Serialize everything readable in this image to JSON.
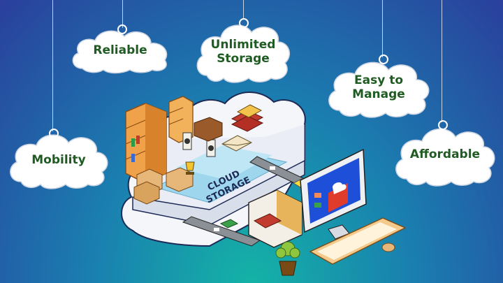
{
  "features": {
    "reliable": "Reliable",
    "unlimited_line1": "Unlimited",
    "unlimited_line2": "Storage",
    "easy_line1": "Easy to",
    "easy_line2": "Manage",
    "mobility": "Mobility",
    "affordable": "Affordable"
  },
  "center": {
    "line1": "CLOUD",
    "line2": "STORAGE"
  },
  "colors": {
    "background_top": "#2a3f9c",
    "background_bottom": "#14b3a6",
    "cloud_fill": "#ffffff",
    "label_text": "#1f5b22"
  }
}
